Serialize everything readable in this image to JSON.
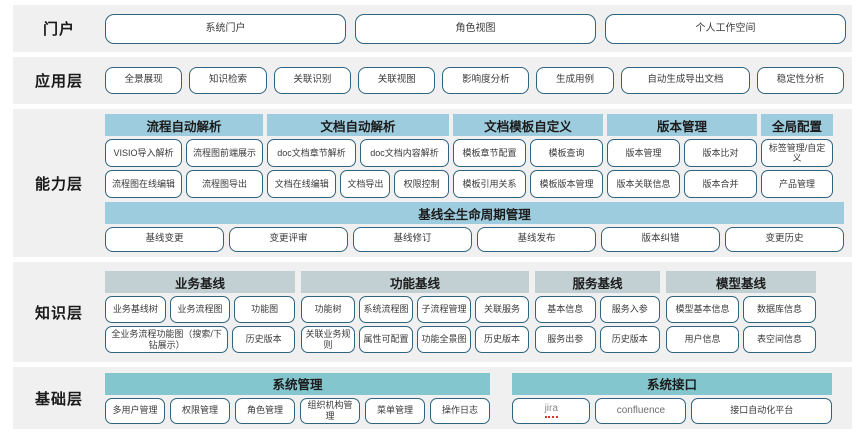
{
  "rows": [
    {
      "label": "门户"
    },
    {
      "label": "应用层"
    },
    {
      "label": "能力层"
    },
    {
      "label": "知识层"
    },
    {
      "label": "基础层"
    }
  ],
  "colors": {
    "band_bg": "#f0f0f0",
    "pill_border": "#2e647e",
    "header_blue": "#9cccdd",
    "header_gray": "#c3d0d3",
    "header_teal": "#84c6cd",
    "spellcheck_red": "#e03030"
  },
  "portal": {
    "label": "门户",
    "buttons": [
      "系统门户",
      "角色视图",
      "个人工作空间"
    ]
  },
  "application": {
    "label": "应用层",
    "buttons": [
      "全景展现",
      "知识检索",
      "关联识别",
      "关联视图",
      "影响度分析",
      "生成用例",
      "自动生成导出文档",
      "稳定性分析"
    ]
  },
  "capability": {
    "label": "能力层",
    "groups": [
      {
        "title": "流程自动解析",
        "row1": [
          "VISIO导入解析",
          "流程图前端展示"
        ],
        "row2": [
          "流程图在线编辑",
          "流程图导出"
        ]
      },
      {
        "title": "文档自动解析",
        "row1": [
          "doc文档章节解析",
          "doc文档内容解析"
        ],
        "row2": [
          "文档在线编辑",
          "文档导出",
          "权限控制"
        ]
      },
      {
        "title": "文档模板自定义",
        "row1": [
          "模板章节配置",
          "模板查询"
        ],
        "row2": [
          "模板引用关系",
          "模板版本管理"
        ]
      },
      {
        "title": "版本管理",
        "row1": [
          "版本管理",
          "版本比对"
        ],
        "row2": [
          "版本关联信息",
          "版本合并"
        ]
      },
      {
        "title": "全局配置",
        "row1": [
          "标签管理/自定义"
        ],
        "row2": [
          "产品管理"
        ]
      }
    ],
    "lifecycle": {
      "title": "基线全生命周期管理",
      "buttons": [
        "基线变更",
        "变更评审",
        "基线修订",
        "基线发布",
        "版本纠错",
        "变更历史"
      ]
    }
  },
  "knowledge": {
    "label": "知识层",
    "groups": [
      {
        "title": "业务基线",
        "row1": [
          "业务基线树",
          "业务流程图",
          "功能图"
        ],
        "row2": [
          "全业务流程功能图（搜索/下钻展示）",
          "历史版本"
        ]
      },
      {
        "title": "功能基线",
        "row1": [
          "功能树",
          "系统流程图",
          "子流程管理",
          "关联服务"
        ],
        "row2": [
          "关联业务规则",
          "属性可配置",
          "功能全景图",
          "历史版本"
        ]
      },
      {
        "title": "服务基线",
        "row1": [
          "基本信息",
          "服务入参"
        ],
        "row2": [
          "服务出参",
          "历史版本"
        ]
      },
      {
        "title": "模型基线",
        "row1": [
          "模型基本信息",
          "数据库信息"
        ],
        "row2": [
          "用户信息",
          "表空间信息"
        ]
      }
    ]
  },
  "foundation": {
    "label": "基础层",
    "groups": [
      {
        "title": "系统管理",
        "row1": [
          "多用户管理",
          "权限管理",
          "角色管理",
          "组织机构管理",
          "菜单管理",
          "操作日志"
        ]
      },
      {
        "title": "系统接口",
        "row1": [
          "jira",
          "confluence",
          "接口自动化平台"
        ]
      }
    ]
  }
}
